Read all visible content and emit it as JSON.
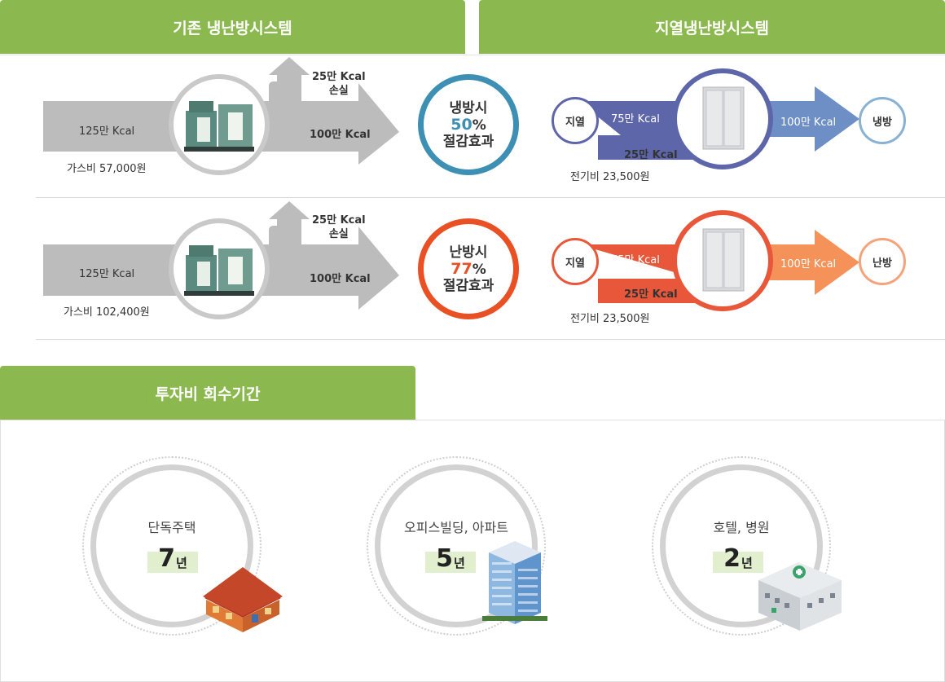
{
  "tabs": {
    "conventional": "기존 냉난방시스템",
    "geothermal": "지열냉난방시스템",
    "payback": "투자비 회수기간"
  },
  "conventional": {
    "cooling": {
      "input": "125만 Kcal",
      "loss": "25만 Kcal\n손실",
      "output": "100만 Kcal",
      "cost": "가스비 57,000원"
    },
    "heating": {
      "input": "125만 Kcal",
      "loss": "25만 Kcal\n손실",
      "output": "100만 Kcal",
      "cost": "가스비 102,400원"
    }
  },
  "effects": {
    "cooling": {
      "line1": "냉방시",
      "percent": "50",
      "unit": "%",
      "line3": "절감효과",
      "color": "#3e8fb4"
    },
    "heating": {
      "line1": "난방시",
      "percent": "77",
      "unit": "%",
      "line3": "절감효과",
      "color": "#e95125"
    }
  },
  "geothermal": {
    "cooling": {
      "source": "지열",
      "source_amount": "75만 Kcal",
      "electric_amount": "25만 Kcal",
      "output": "100만 Kcal",
      "target": "냉방",
      "cost": "전기비 23,500원",
      "color": "#5e66aa",
      "color_light": "#6d8fc6"
    },
    "heating": {
      "source": "지열",
      "source_amount": "75만 Kcal",
      "electric_amount": "25만 Kcal",
      "output": "100만 Kcal",
      "target": "난방",
      "cost": "전기비 23,500원",
      "color": "#e8573a",
      "color_light": "#f5925a"
    }
  },
  "payback": [
    {
      "category": "단독주택",
      "years": "7",
      "unit": "년",
      "icon": "house-icon"
    },
    {
      "category": "오피스빌딩, 아파트",
      "years": "5",
      "unit": "년",
      "icon": "office-building-icon"
    },
    {
      "category": "호텔, 병원",
      "years": "2",
      "unit": "년",
      "icon": "hospital-icon"
    }
  ]
}
